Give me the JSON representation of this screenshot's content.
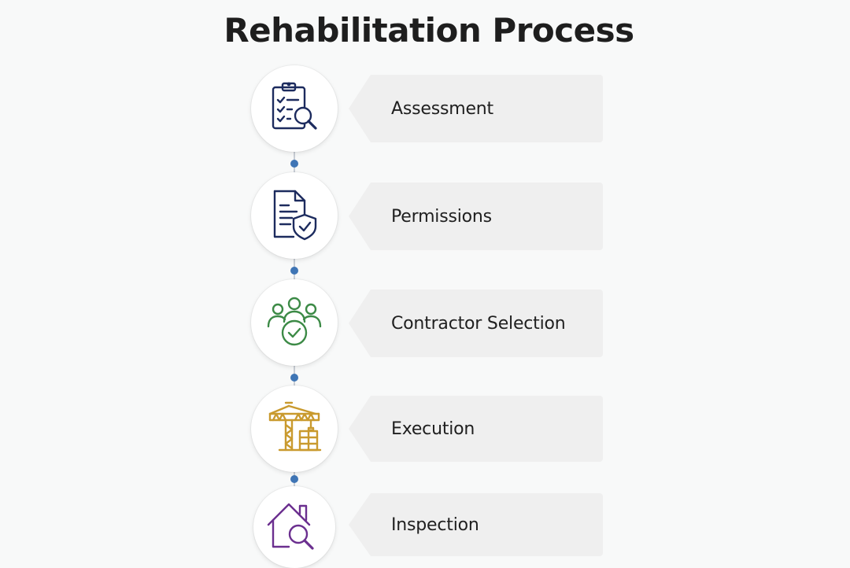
{
  "title": "Rehabilitation Process",
  "colors": {
    "dot": "#3f75b5",
    "connector": "#c9ced6",
    "label_background": "#efefef"
  },
  "steps": [
    {
      "label": "Assessment",
      "icon": "clipboard-search-icon",
      "icon_color": "#1c2b5e"
    },
    {
      "label": "Permissions",
      "icon": "document-shield-icon",
      "icon_color": "#1c2b5e"
    },
    {
      "label": "Contractor Selection",
      "icon": "team-check-icon",
      "icon_color": "#3c8a46"
    },
    {
      "label": "Execution",
      "icon": "crane-building-icon",
      "icon_color": "#c99a2e"
    },
    {
      "label": "Inspection",
      "icon": "house-search-icon",
      "icon_color": "#6b2f8f"
    }
  ]
}
